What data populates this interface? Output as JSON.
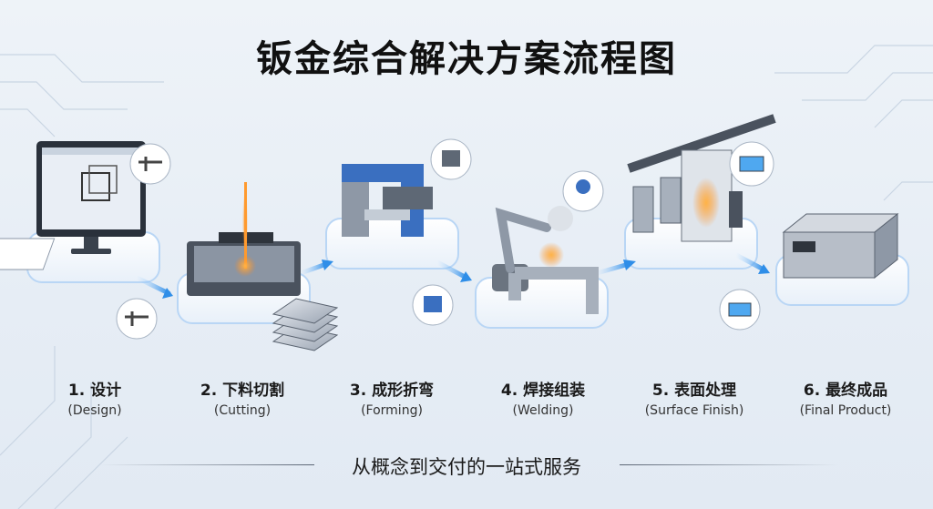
{
  "title": "钣金综合解决方案流程图",
  "steps": [
    {
      "label": "1. 设计",
      "sub": "(Design)"
    },
    {
      "label": "2. 下料切割",
      "sub": "(Cutting)"
    },
    {
      "label": "3. 成形折弯",
      "sub": "(Forming)"
    },
    {
      "label": "4. 焊接组装",
      "sub": "(Welding)"
    },
    {
      "label": "5. 表面处理",
      "sub": "(Surface Finish)"
    },
    {
      "label": "6. 最终成品",
      "sub": "(Final Product)"
    }
  ],
  "tagline": "从概念到交付的一站式服务",
  "colors": {
    "accent_blue": "#2f8ee8",
    "laser_orange": "#f08a24",
    "machine_blue": "#3a6fc0",
    "tile": "#ffffff"
  }
}
